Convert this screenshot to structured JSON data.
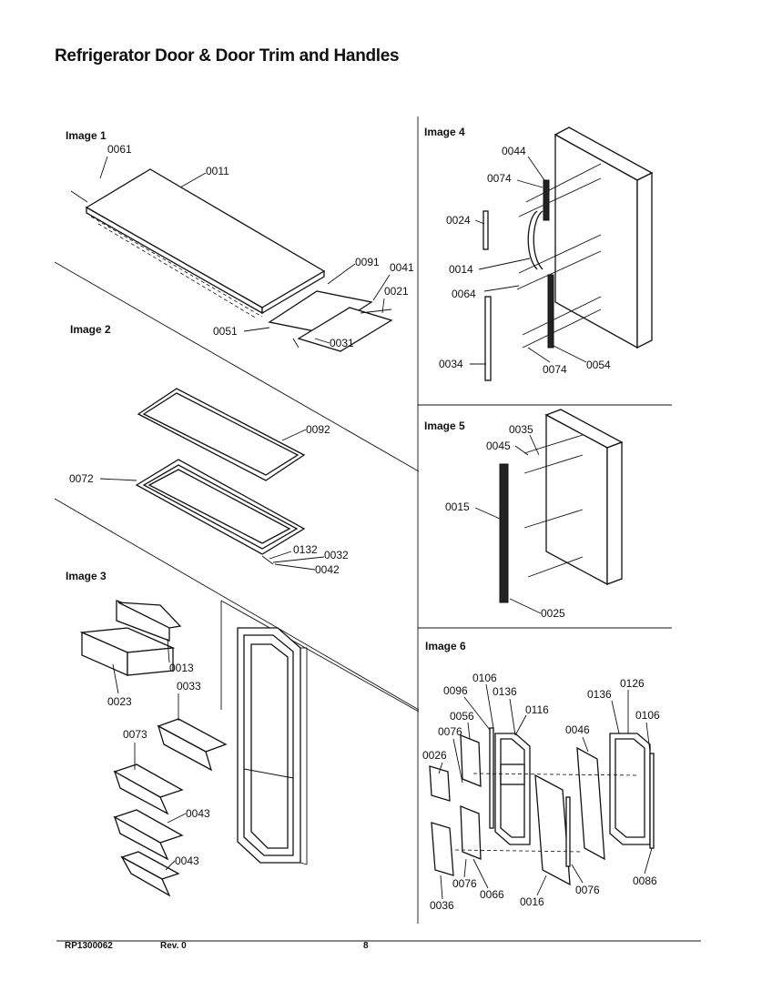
{
  "title": "Refrigerator Door & Door Trim and Handles",
  "footer": {
    "doc_number": "RP1300062",
    "revision": "Rev. 0",
    "page": "8"
  },
  "panels": [
    {
      "title": "Image 1",
      "labels": [
        "0061",
        "0011",
        "0091",
        "0041",
        "0021",
        "0051",
        "0031"
      ]
    },
    {
      "title": "Image 2",
      "labels": [
        "0092",
        "0072",
        "0132",
        "0032",
        "0042"
      ]
    },
    {
      "title": "Image 3",
      "labels": [
        "0013",
        "0023",
        "0033",
        "0073",
        "0043",
        "0043"
      ]
    },
    {
      "title": "Image 4",
      "labels": [
        "0044",
        "0074",
        "0024",
        "0014",
        "0064",
        "0034",
        "0074",
        "0054"
      ]
    },
    {
      "title": "Image 5",
      "labels": [
        "0035",
        "0045",
        "0015",
        "0025"
      ]
    },
    {
      "title": "Image 6",
      "labels": [
        "0106",
        "0096",
        "0136",
        "0056",
        "0116",
        "0076",
        "0026",
        "0126",
        "0136",
        "0106",
        "0046",
        "0076",
        "0036",
        "0066",
        "0016",
        "0076",
        "0086"
      ]
    }
  ]
}
